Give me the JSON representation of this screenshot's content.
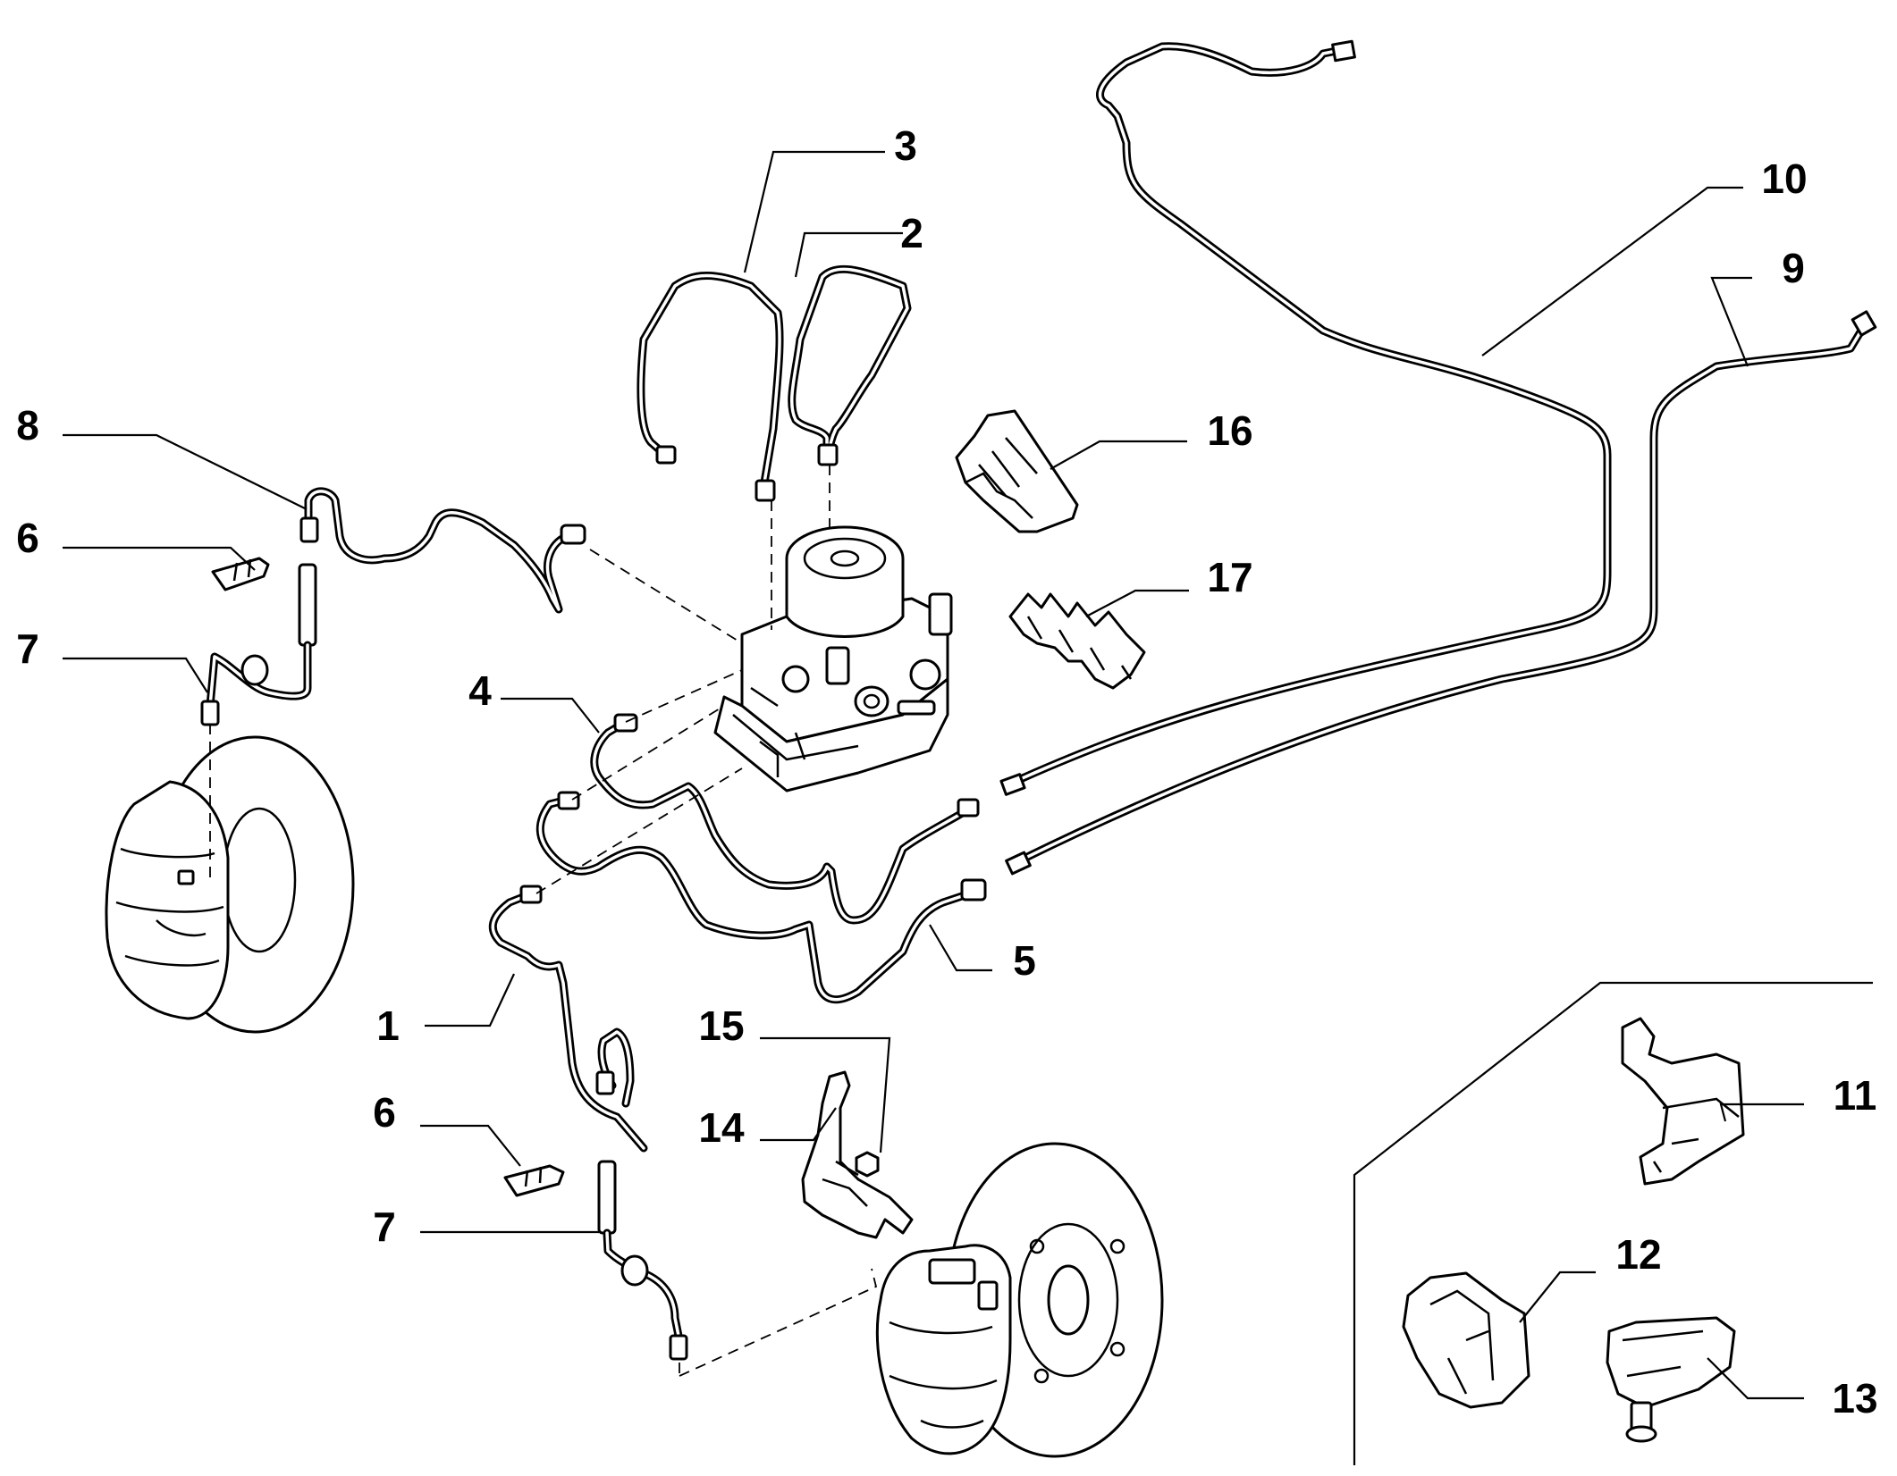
{
  "diagram": {
    "labels": [
      {
        "id": "ref-1",
        "text": "1"
      },
      {
        "id": "ref-2",
        "text": "2"
      },
      {
        "id": "ref-3",
        "text": "3"
      },
      {
        "id": "ref-4",
        "text": "4"
      },
      {
        "id": "ref-5",
        "text": "5"
      },
      {
        "id": "ref-6a",
        "text": "6"
      },
      {
        "id": "ref-6b",
        "text": "6"
      },
      {
        "id": "ref-7a",
        "text": "7"
      },
      {
        "id": "ref-7b",
        "text": "7"
      },
      {
        "id": "ref-8",
        "text": "8"
      },
      {
        "id": "ref-9",
        "text": "9"
      },
      {
        "id": "ref-10",
        "text": "10"
      },
      {
        "id": "ref-11",
        "text": "11"
      },
      {
        "id": "ref-12",
        "text": "12"
      },
      {
        "id": "ref-13",
        "text": "13"
      },
      {
        "id": "ref-14",
        "text": "14"
      },
      {
        "id": "ref-15",
        "text": "15"
      },
      {
        "id": "ref-16",
        "text": "16"
      },
      {
        "id": "ref-17",
        "text": "17"
      }
    ]
  }
}
